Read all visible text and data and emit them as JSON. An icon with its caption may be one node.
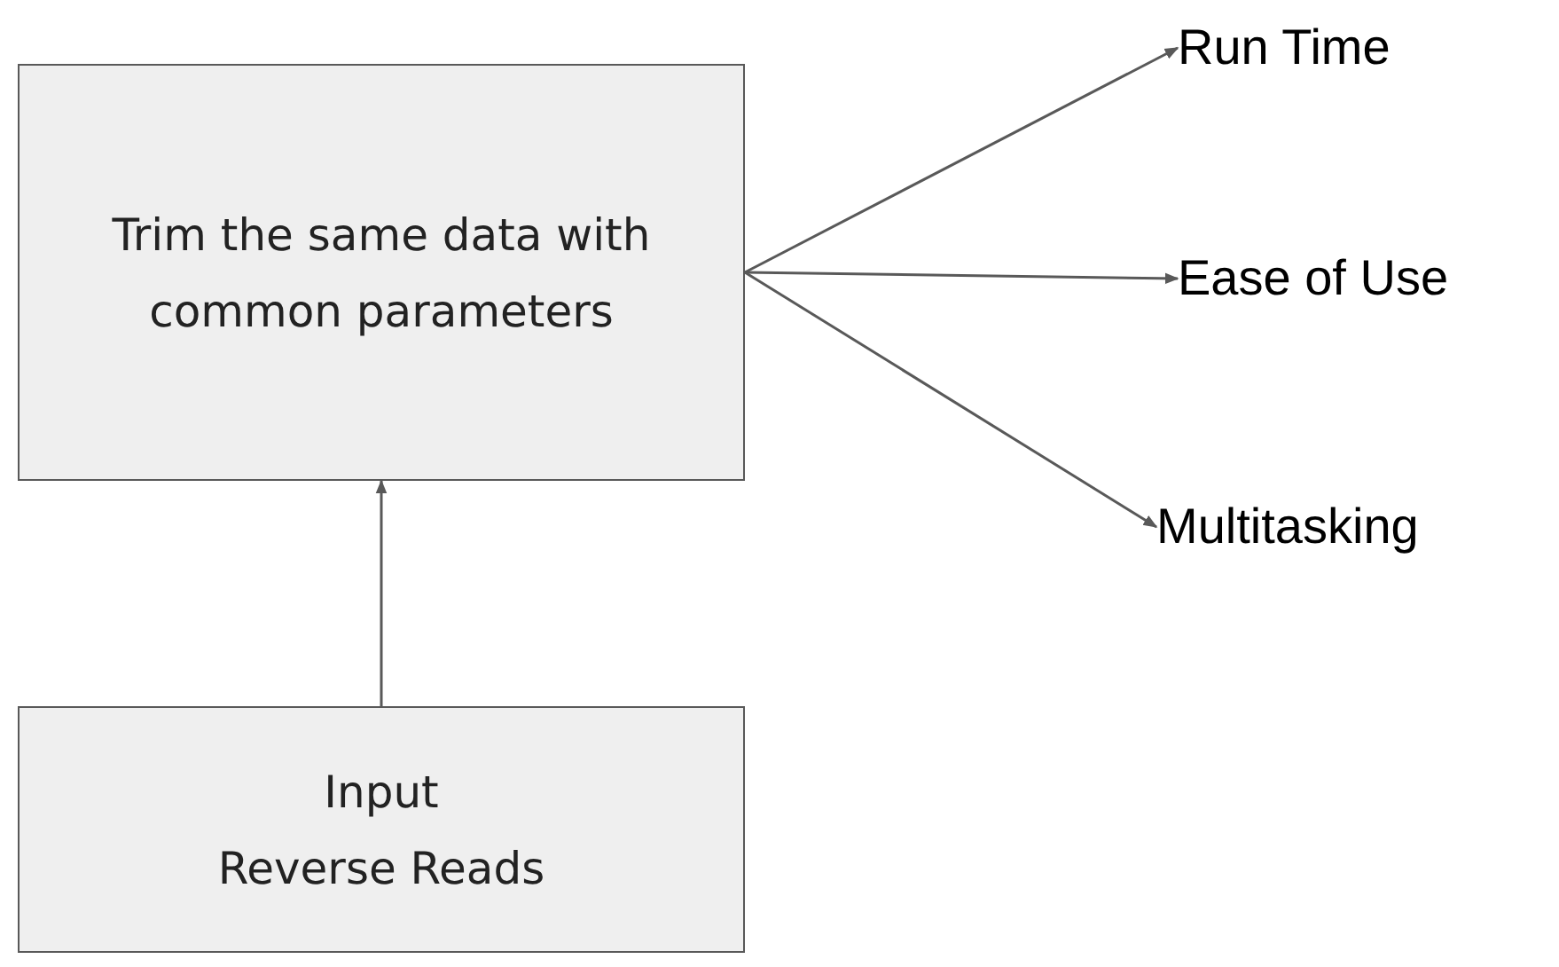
{
  "diagram": {
    "nodes": [
      {
        "text": [
          "Trim the same data with common parameters"
        ]
      },
      {
        "text": [
          "Input",
          "Reverse Reads"
        ]
      },
      {
        "text": [
          "Run Time"
        ]
      },
      {
        "text": [
          "Ease of Use"
        ]
      },
      {
        "text": [
          "Multitasking"
        ]
      }
    ],
    "edges": [
      {
        "from": 1,
        "to": 0,
        "arrow": "to"
      },
      {
        "from": 0,
        "to": 2,
        "arrow": "to"
      },
      {
        "from": 0,
        "to": 3,
        "arrow": "to"
      },
      {
        "from": 0,
        "to": 4,
        "arrow": "to"
      }
    ]
  }
}
